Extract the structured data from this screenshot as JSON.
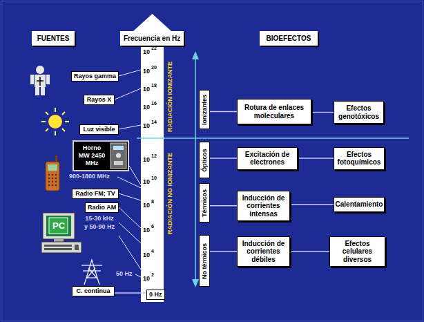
{
  "diagram": {
    "nodes": [
      {
        "text": [
          "FUENTES"
        ]
      },
      {
        "text": [
          "Frecuencia en Hz"
        ]
      },
      {
        "text": [
          "BIOEFECTOS"
        ]
      },
      {
        "text": [
          "Rayos gamma"
        ]
      },
      {
        "text": [
          "Rayos X"
        ]
      },
      {
        "text": [
          "Ionizantes"
        ]
      },
      {
        "text": [
          "Rotura de enlaces moleculares"
        ]
      },
      {
        "text": [
          "Efectos genotóxicos"
        ]
      },
      {
        "text": [
          "Luz visible"
        ]
      },
      {
        "text": [
          "Horno MW 2450 MHz"
        ]
      },
      {
        "text": [
          "Ópticos"
        ]
      },
      {
        "text": [
          "Excitación de electrones"
        ]
      },
      {
        "text": [
          "Efectos fotoquímicos"
        ]
      },
      {
        "text": [
          "Térmicos"
        ]
      },
      {
        "text": [
          "Inducción de corrientes intensas"
        ]
      },
      {
        "text": [
          "Calentamiento"
        ]
      },
      {
        "text": [
          "Radio FM; TV"
        ]
      },
      {
        "text": [
          "Radio AM"
        ]
      },
      {
        "text": [
          "No térmicos"
        ]
      },
      {
        "text": [
          "Inducción de corrientes débiles"
        ]
      },
      {
        "text": [
          "Efectos celulares diversos"
        ]
      },
      {
        "text": [
          "C. continua"
        ]
      },
      {
        "text": [
          "0 Hz"
        ]
      }
    ],
    "edges": [
      {
        "from": 5,
        "to": 6,
        "arrow": "none"
      },
      {
        "from": 6,
        "to": 7,
        "arrow": "none"
      },
      {
        "from": 10,
        "to": 11,
        "arrow": "none"
      },
      {
        "from": 11,
        "to": 12,
        "arrow": "none"
      },
      {
        "from": 13,
        "to": 14,
        "arrow": "none"
      },
      {
        "from": 14,
        "to": 15,
        "arrow": "none"
      },
      {
        "from": 18,
        "to": 19,
        "arrow": "none"
      },
      {
        "from": 19,
        "to": 20,
        "arrow": "none"
      },
      {
        "from": 21,
        "to": 22,
        "arrow": "none"
      }
    ],
    "labels": [
      "10",
      "22",
      "10",
      "20",
      "10",
      "18",
      "10",
      "16",
      "10",
      "14",
      "10",
      "12",
      "10",
      "10",
      "10",
      "8",
      "10",
      "6",
      "10",
      "4",
      "10",
      "2",
      "RADIACIÓN IONIZANTE",
      "RADIACIÓN NO IONIZANTE",
      "900-1800 MHz",
      "PC",
      "15-30 kHz y 50-90 Hz",
      "50 Hz"
    ]
  }
}
